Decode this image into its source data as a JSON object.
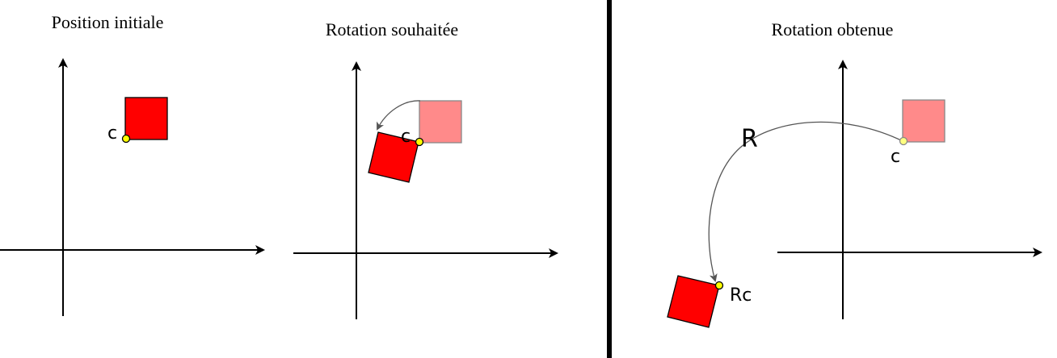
{
  "panels": [
    {
      "title": "Position initiale",
      "point_label": "c"
    },
    {
      "title": "Rotation souhaitée",
      "point_label": "c"
    },
    {
      "title": "Rotation obtenue",
      "point_label": "c",
      "rotated_point_label": "Rc",
      "rotation_label": "R"
    }
  ],
  "colors": {
    "square": "#ff0000",
    "square_ghost": "#ff8a8a",
    "point": "#ffff00",
    "separator": "#000000"
  }
}
